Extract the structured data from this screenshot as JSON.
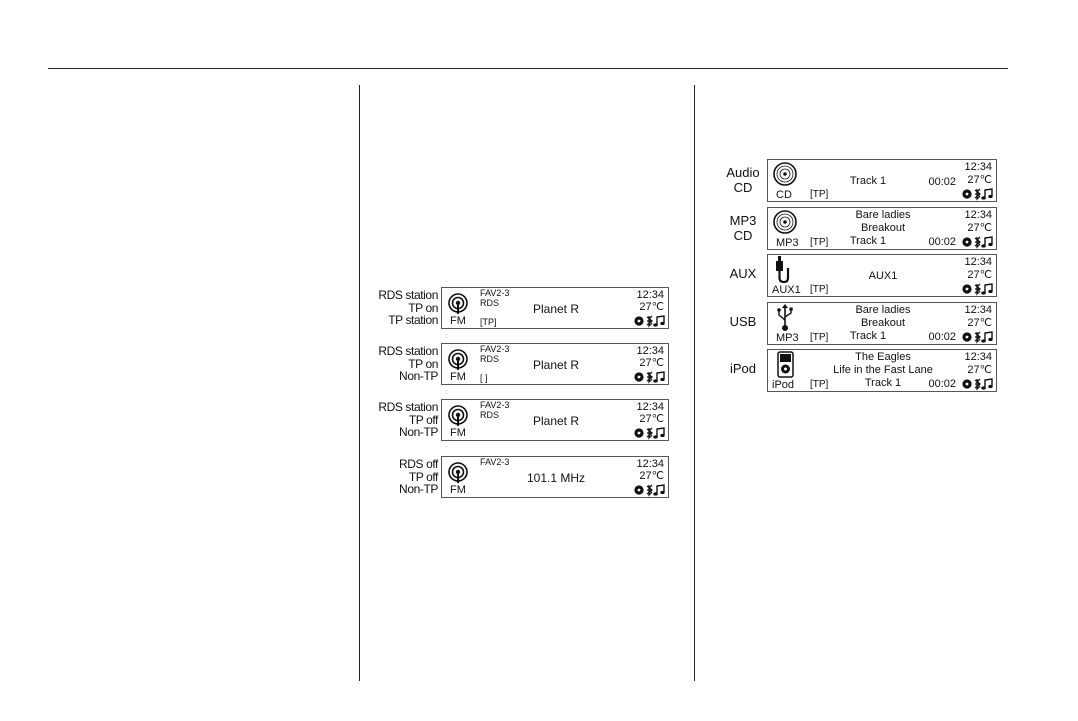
{
  "radio_displays": [
    {
      "labels": [
        "RDS station",
        "TP on",
        "TP station"
      ],
      "source": "FM",
      "fav": "FAV2-3",
      "rds": "RDS",
      "tp": "[TP]",
      "station": "Planet R",
      "time": "12:34",
      "temp": "27℃"
    },
    {
      "labels": [
        "RDS station",
        "TP on",
        "Non-TP"
      ],
      "source": "FM",
      "fav": "FAV2-3",
      "rds": "RDS",
      "tp": "[   ]",
      "station": "Planet R",
      "time": "12:34",
      "temp": "27℃"
    },
    {
      "labels": [
        "RDS station",
        "TP off",
        "Non-TP"
      ],
      "source": "FM",
      "fav": "FAV2-3",
      "rds": "RDS",
      "tp": "",
      "station": "Planet R",
      "time": "12:34",
      "temp": "27℃"
    },
    {
      "labels": [
        "RDS off",
        "TP off",
        "Non-TP"
      ],
      "source": "FM",
      "fav": "FAV2-3",
      "rds": "",
      "tp": "",
      "station": "101.1 MHz",
      "time": "12:34",
      "temp": "27℃"
    }
  ],
  "media_displays": [
    {
      "label": [
        "Audio",
        "CD"
      ],
      "icon": "cd-disc-icon",
      "source": "CD",
      "tp": "[TP]",
      "line1": "",
      "line2": "Track 1",
      "line3": "",
      "elapsed": "00:02",
      "time": "12:34",
      "temp": "27℃"
    },
    {
      "label": [
        "MP3",
        "CD"
      ],
      "icon": "cd-disc-icon",
      "source": "MP3",
      "tp": "[TP]",
      "line1": "Bare ladies",
      "line2": "Breakout",
      "line3": "Track 1",
      "elapsed": "00:02",
      "time": "12:34",
      "temp": "27℃"
    },
    {
      "label": [
        "AUX"
      ],
      "icon": "aux-plug-icon",
      "source": "AUX1",
      "tp": "[TP]",
      "line1": "",
      "line2": "AUX1",
      "line3": "",
      "elapsed": "",
      "time": "12:34",
      "temp": "27℃"
    },
    {
      "label": [
        "USB"
      ],
      "icon": "usb-icon",
      "source": "MP3",
      "tp": "[TP]",
      "line1": "Bare ladies",
      "line2": "Breakout",
      "line3": "Track 1",
      "elapsed": "00:02",
      "time": "12:34",
      "temp": "27℃"
    },
    {
      "label": [
        "iPod"
      ],
      "icon": "ipod-icon",
      "source": "iPod",
      "tp": "[TP]",
      "line1": "The Eagles",
      "line2": "Life in the Fast Lane",
      "line3": "Track 1",
      "elapsed": "00:02",
      "time": "12:34",
      "temp": "27℃"
    }
  ]
}
